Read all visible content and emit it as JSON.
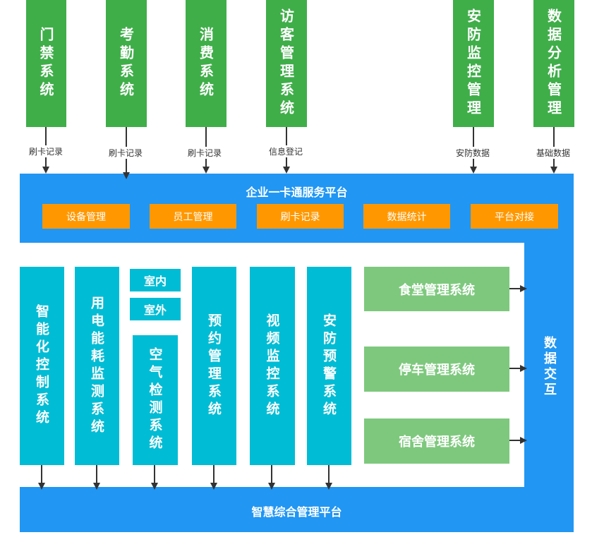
{
  "top_systems": [
    {
      "label": "门禁系统",
      "edge": "刷卡记录"
    },
    {
      "label": "考勤系统",
      "edge": "刷卡记录"
    },
    {
      "label": "消费系统",
      "edge": "刷卡记录"
    },
    {
      "label": "访客管理系统",
      "edge": "信息登记"
    },
    {
      "label": "安防监控管理",
      "edge": "安防数据"
    },
    {
      "label": "数据分析管理",
      "edge": "基础数据"
    }
  ],
  "platform": {
    "title": "企业一卡通服务平台",
    "modules": [
      "设备管理",
      "员工管理",
      "刷卡记录",
      "数据统计",
      "平台对接"
    ]
  },
  "middle": {
    "smart_control": "智能化控制系统",
    "energy": "用电能耗监测系统",
    "indoor": "室内",
    "outdoor": "室外",
    "air": "空气检测系统",
    "booking": "预约管理系统",
    "video": "视频监控系统",
    "security_alert": "安防预警系统",
    "canteen": "食堂管理系统",
    "parking": "停车管理系统",
    "dorm": "宿舍管理系统",
    "data_exchange": "数据交互"
  },
  "bottom": {
    "title": "智慧综合管理平台"
  },
  "colors": {
    "top_green": "#3fae49",
    "platform_blue": "#2196f3",
    "module_orange": "#ff9800",
    "teal": "#00bcd4",
    "light_green": "#7ec87e"
  }
}
